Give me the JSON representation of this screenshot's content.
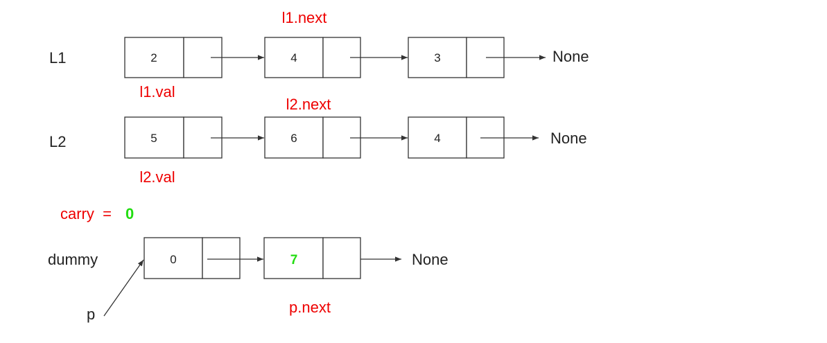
{
  "colors": {
    "annotation": "#ee0000",
    "highlight": "#22dd11",
    "stroke": "#333333"
  },
  "lists": {
    "l1": {
      "label": "L1",
      "values": [
        "2",
        "4",
        "3"
      ],
      "terminal": "None",
      "head_annotation": "l1.val",
      "next_annotation": "l1.next"
    },
    "l2": {
      "label": "L2",
      "values": [
        "5",
        "6",
        "4"
      ],
      "terminal": "None",
      "head_annotation": "l2.val",
      "next_annotation": "l2.next"
    },
    "dummy": {
      "label": "dummy",
      "values": [
        "0",
        "7"
      ],
      "terminal": "None",
      "next_annotation": "p.next"
    }
  },
  "carry": {
    "label": "carry  =",
    "value": "0"
  },
  "pointer": {
    "label": "p"
  }
}
